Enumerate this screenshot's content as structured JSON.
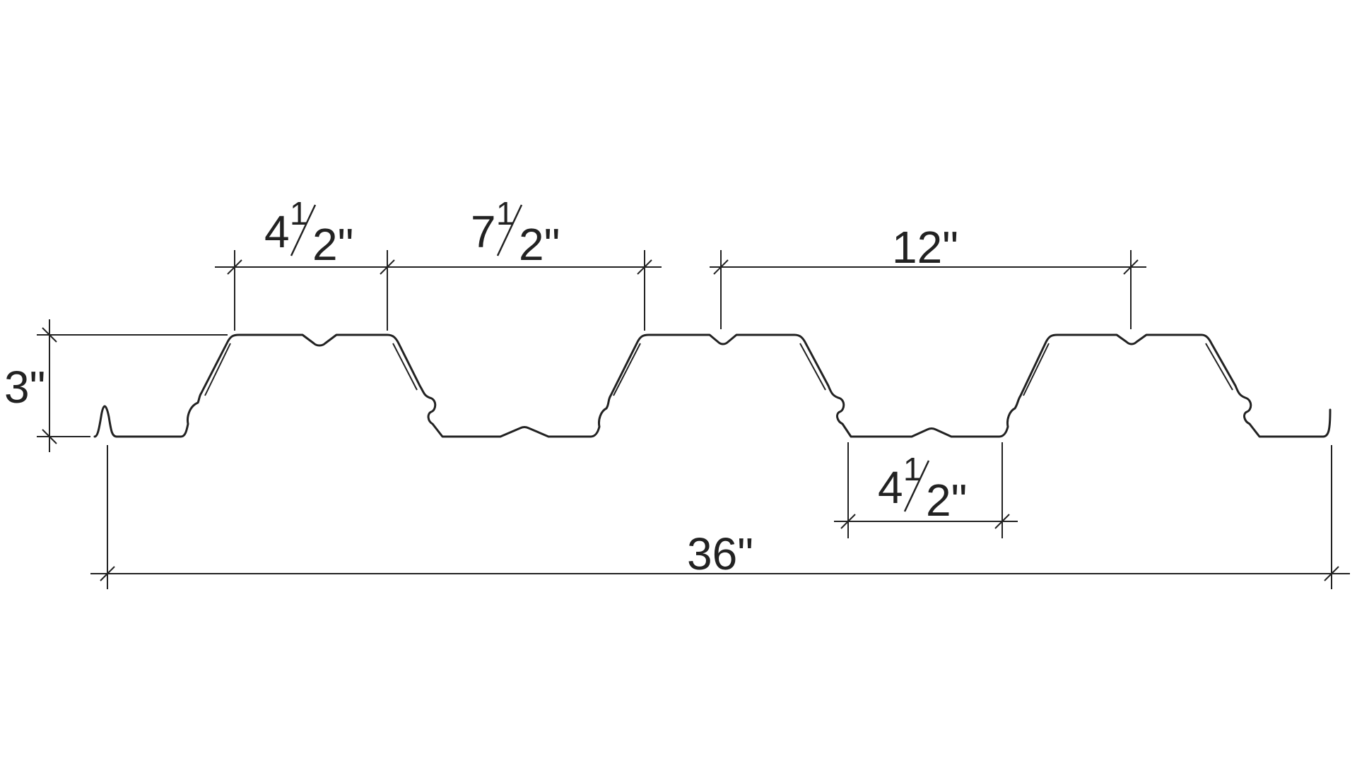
{
  "diagram": {
    "dimensions": {
      "height": "3\"",
      "top_flange_whole": "4",
      "top_flange_fraction_num": "1",
      "top_flange_fraction_den": "2\"",
      "rib_opening_whole": "7",
      "rib_opening_fraction_num": "1",
      "rib_opening_fraction_den": "2\"",
      "pitch": "12\"",
      "bottom_flange_whole": "4",
      "bottom_flange_fraction_num": "1",
      "bottom_flange_fraction_den": "2\"",
      "coverage": "36\""
    }
  },
  "colors": {
    "line": "#222222",
    "background": "#ffffff"
  }
}
